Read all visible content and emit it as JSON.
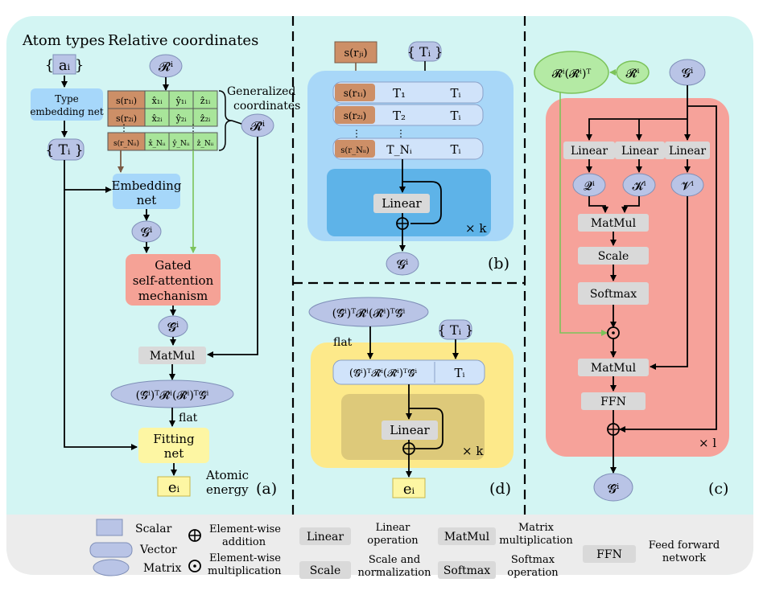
{
  "panel_a": {
    "label": "(a)",
    "atom_types": "Atom types",
    "relative_coordinates": "Relative coordinates",
    "a_i": "{ aᵢ }",
    "R_i": "𝓡ⁱ",
    "type_embedding_net": [
      "Type",
      "embedding net"
    ],
    "T_i_set": "{ Tᵢ }",
    "rows": [
      [
        "s(r₁ᵢ)",
        "x̂₁ᵢ",
        "ŷ₁ᵢ",
        "ẑ₁ᵢ"
      ],
      [
        "s(r₂ᵢ)",
        "x̂₂ᵢ",
        "ŷ₂ᵢ",
        "ẑ₂ᵢ"
      ],
      [
        "s(r_Nᵢᵢ)",
        "x̂_Nᵢᵢ",
        "ŷ_Nᵢᵢ",
        "ẑ_Nᵢᵢ"
      ]
    ],
    "generalized_coordinates": [
      "Generalized",
      "coordinates"
    ],
    "R_tilde": "𝓡̃ⁱ",
    "embedding_net": [
      "Embedding",
      "net"
    ],
    "G_i": "𝓖ⁱ",
    "gated": [
      "Gated",
      "self-attention",
      "mechanism"
    ],
    "G_hat": "𝓖̂ⁱ",
    "matmul": "MatMul",
    "matrix_expr": "(𝓖̂ⁱ)ᵀ𝓡̃ⁱ(𝓡̃ⁱ)ᵀ𝓖̇ⁱ",
    "flat": "flat",
    "fitting_net": [
      "Fitting",
      "net"
    ],
    "e_i": "eᵢ",
    "atomic_energy": [
      "Atomic",
      "energy"
    ]
  },
  "panel_b": {
    "label": "(b)",
    "s_rji": "s(rⱼᵢ)",
    "T_i_set": "{ Tᵢ }",
    "rows": [
      [
        "s(r₁ᵢ)",
        "T₁",
        "Tᵢ"
      ],
      [
        "s(r₂ᵢ)",
        "T₂",
        "Tᵢ"
      ],
      [
        "s(r_Nᵢᵢ)",
        "T_Nᵢ",
        "Tᵢ"
      ]
    ],
    "linear": "Linear",
    "times_k": "× k",
    "G_i": "𝓖ⁱ"
  },
  "panel_d": {
    "label": "(d)",
    "matrix_expr": "(𝓖̂ⁱ)ᵀ𝓡̃ⁱ(𝓡̃ⁱ)ᵀ𝓖̇ⁱ",
    "flat": "flat",
    "T_i_set": "{ Tᵢ }",
    "row_expr": "(𝓖̂ⁱ)ᵀ𝓡̃ⁱ(𝓡̃ⁱ)ᵀ𝓖̇ⁱ",
    "row_T": "Tᵢ",
    "linear": "Linear",
    "times_k": "× k",
    "e_i": "eᵢ"
  },
  "panel_c": {
    "label": "(c)",
    "RR_T": "𝓡̂ⁱ(𝓡̂ⁱ)ᵀ",
    "R_hat": "𝓡̂ⁱ",
    "G_i": "𝓖ⁱ",
    "linear": "Linear",
    "Q": "𝓠ⁱ",
    "K": "𝓚ⁱ",
    "V": "𝓥ⁱ",
    "matmul": "MatMul",
    "scale": "Scale",
    "softmax": "Softmax",
    "ffn": "FFN",
    "times_l": "× l",
    "G_hat": "𝓖̂ⁱ"
  },
  "legend": {
    "scalar": "Scalar",
    "vector": "Vector",
    "matrix": "Matrix",
    "ew_add": [
      "Element-wise",
      "addition"
    ],
    "ew_mul": [
      "Element-wise",
      "multiplication"
    ],
    "linear_box": "Linear",
    "linear_desc": [
      "Linear",
      "operation"
    ],
    "scale_box": "Scale",
    "scale_desc": [
      "Scale and",
      "normalization"
    ],
    "matmul_box": "MatMul",
    "matmul_desc": [
      "Matrix",
      "multiplication"
    ],
    "softmax_box": "Softmax",
    "softmax_desc": [
      "Softmax",
      "operation"
    ],
    "ffn_box": "FFN",
    "ffn_desc": [
      "Feed forward",
      "network"
    ]
  },
  "colors": {
    "background_panel": "#d3f5f3",
    "legend_bg": "#ececec",
    "scalar_fill": "#b9c4e6",
    "vector_fill": "#b9c4e6",
    "embedding_fill": "#a6d7fa",
    "gated_fill": "#f5a296",
    "fitting_fill": "#fdf6a3",
    "green_cell": "#a8e59a",
    "orange_cell": "#cd8f67",
    "op_box": "#d9d9d9",
    "panel_b_outer": "#a8d7f8",
    "panel_b_inner": "#5eb3e8",
    "panel_d_outer": "#fde98a",
    "panel_d_inner": "#ddc97a",
    "panel_c_red": "#f6a29a",
    "green_node": "#b4eaa4"
  }
}
